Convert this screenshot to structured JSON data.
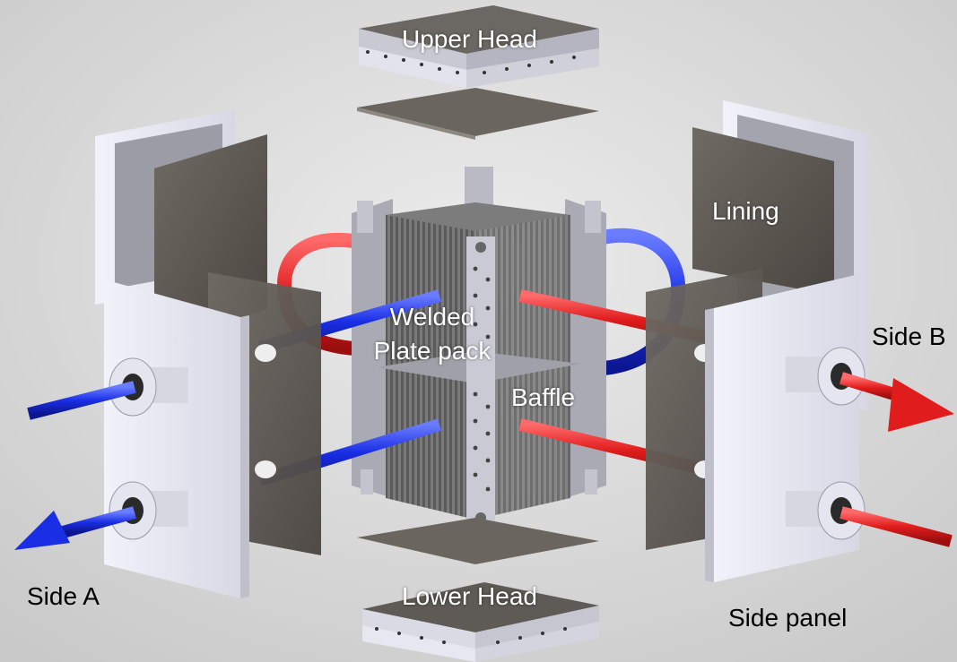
{
  "labels": {
    "upper_head": "Upper Head",
    "lining": "Lining",
    "welded_line1": "Welded",
    "welded_line2": "Plate pack",
    "baffle": "Baffle",
    "side_b": "Side B",
    "side_a": "Side A",
    "lower_head": "Lower Head",
    "side_panel": "Side panel"
  },
  "colors": {
    "hot_flow": "#e01c1c",
    "cold_flow": "#1a2ee6",
    "panel": "#e8e9f2",
    "sheet": "#5c5650",
    "background": "#d8d8d8"
  }
}
